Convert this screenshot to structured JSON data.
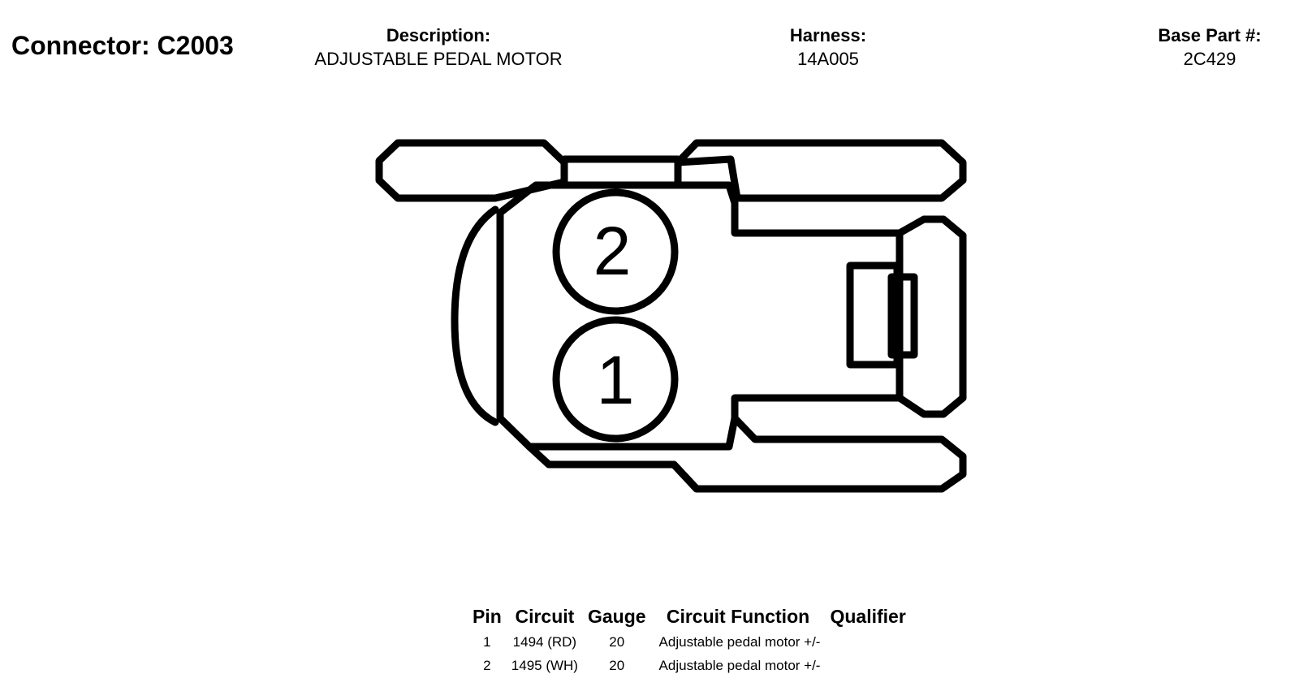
{
  "header": {
    "connector": "Connector: C2003",
    "description_label": "Description:",
    "description_value": "ADJUSTABLE PEDAL MOTOR",
    "harness_label": "Harness:",
    "harness_value": "14A005",
    "base_part_label": "Base Part #:",
    "base_part_value": "2C429"
  },
  "diagram": {
    "pins": [
      {
        "label": "2"
      },
      {
        "label": "1"
      }
    ],
    "line_color": "#000000"
  },
  "table": {
    "columns": [
      "Pin",
      "Circuit",
      "Gauge",
      "Circuit Function",
      "Qualifier"
    ],
    "rows": [
      {
        "pin": "1",
        "circuit": "1494 (RD)",
        "gauge": "20",
        "function": "Adjustable pedal motor +/-",
        "qualifier": ""
      },
      {
        "pin": "2",
        "circuit": "1495 (WH)",
        "gauge": "20",
        "function": "Adjustable pedal motor +/-",
        "qualifier": ""
      }
    ]
  }
}
